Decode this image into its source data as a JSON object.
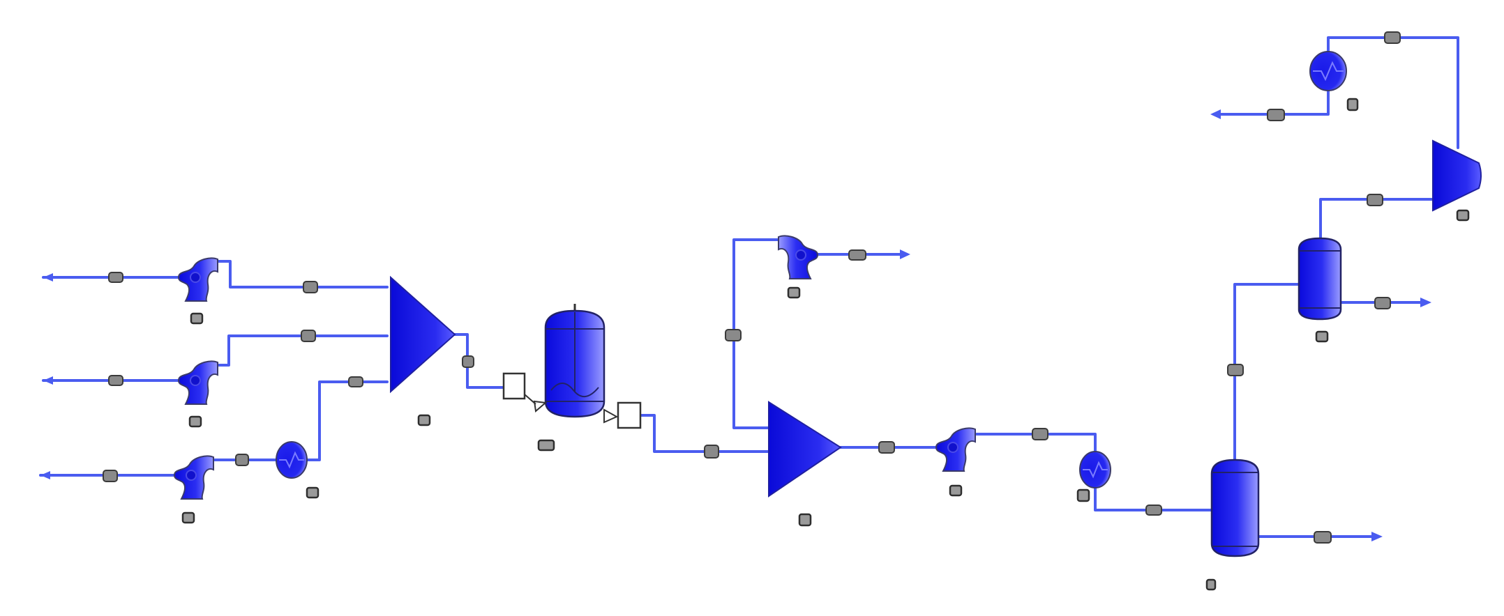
{
  "colors": {
    "stream": "#4a5cf0",
    "equipment_dark": "#1010e0",
    "equipment_light": "#8a8cff",
    "tag_fill": "#8a8a8a",
    "tag_stroke": "#3a3a3a",
    "background": "#ffffff"
  },
  "equipment": [
    {
      "id": "pump-1",
      "type": "pump-icon"
    },
    {
      "id": "pump-2",
      "type": "pump-icon"
    },
    {
      "id": "pump-3",
      "type": "pump-icon"
    },
    {
      "id": "heater-1",
      "type": "heat-exchanger-icon"
    },
    {
      "id": "mixer-1",
      "type": "mixer-icon"
    },
    {
      "id": "reactor-1",
      "type": "reactor-vessel-icon"
    },
    {
      "id": "pump-4",
      "type": "pump-icon"
    },
    {
      "id": "mixer-2",
      "type": "mixer-icon"
    },
    {
      "id": "pump-5",
      "type": "pump-icon"
    },
    {
      "id": "heater-2",
      "type": "heat-exchanger-icon"
    },
    {
      "id": "flash-drum-1",
      "type": "flash-drum-icon"
    },
    {
      "id": "flash-drum-2",
      "type": "flash-drum-icon"
    },
    {
      "id": "compressor-1",
      "type": "compressor-icon"
    },
    {
      "id": "heater-3",
      "type": "heat-exchanger-icon"
    }
  ]
}
